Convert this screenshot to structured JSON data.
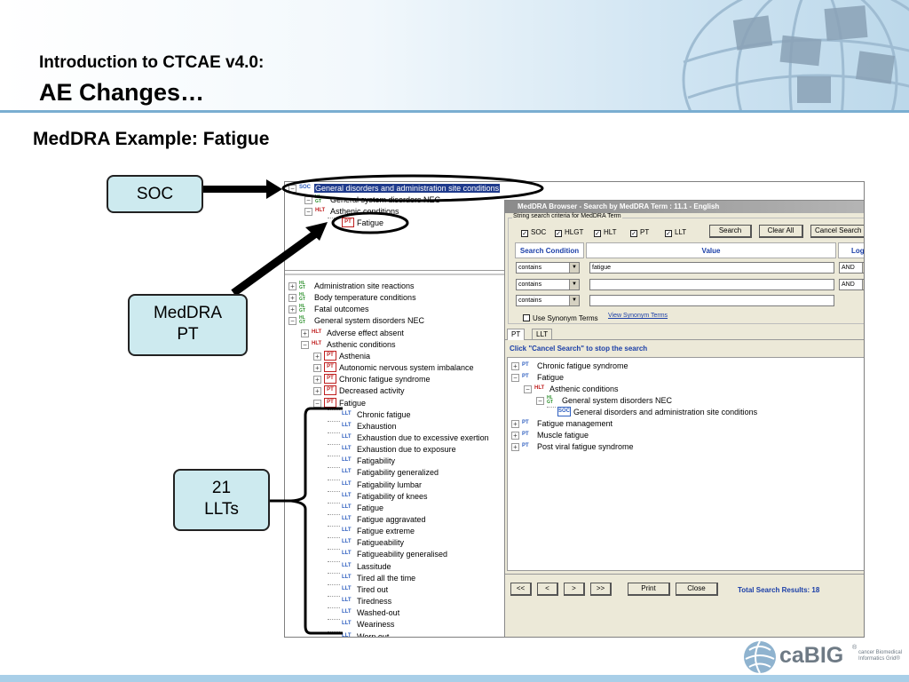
{
  "slide": {
    "title_line1": "Introduction to CTCAE v4.0:",
    "title_line2": "AE Changes…",
    "subtitle": "MedDRA Example: Fatigue"
  },
  "callouts": {
    "soc": "SOC",
    "meddra_pt_1": "MedDRA",
    "meddra_pt_2": "PT",
    "llts_1": "21",
    "llts_2": "LLTs"
  },
  "logo": {
    "name": "caBIG",
    "reg": "®",
    "tagline_1": "cancer Biomedical",
    "tagline_2": "Informatics Grid®"
  },
  "icon_labels": {
    "soc": "SOC",
    "hlgt_a": "HL",
    "hlgt_b": "GT",
    "hlt": "HLT",
    "pt": "PT",
    "llt": "LLT"
  },
  "top_tree": [
    {
      "label": "General system disorders NEC"
    },
    {
      "label": "Asthenic conditions"
    },
    {
      "label": "Fatigue"
    }
  ],
  "top_tree_root": "General disorders and administration site conditions",
  "lower_tree": {
    "hlgts": [
      "Administration site reactions",
      "Body temperature conditions",
      "Fatal outcomes",
      "General system disorders NEC"
    ],
    "hlts": [
      "Adverse effect absent",
      "Asthenic conditions"
    ],
    "pts": [
      "Asthenia",
      "Autonomic nervous system imbalance",
      "Chronic fatigue syndrome",
      "Decreased activity",
      "Fatigue"
    ],
    "llts": [
      "Chronic fatigue",
      "Exhaustion",
      "Exhaustion due to excessive exertion",
      "Exhaustion due to exposure",
      "Fatigability",
      "Fatigability generalized",
      "Fatigability lumbar",
      "Fatigability of knees",
      "Fatigue",
      "Fatigue aggravated",
      "Fatigue extreme",
      "Fatigueability",
      "Fatigueability generalised",
      "Lassitude",
      "Tired all the time",
      "Tired out",
      "Tiredness",
      "Washed-out",
      "Weariness",
      "Worn out"
    ]
  },
  "dialog": {
    "title": "MedDRA Browser - Search by MedDRA Term : 11.1 - English",
    "criteria_legend": "String search criteria for MedDRA Term",
    "checkboxes": [
      "SOC",
      "HLGT",
      "HLT",
      "PT",
      "LLT"
    ],
    "buttons": {
      "search": "Search",
      "clear_all": "Clear All",
      "cancel_search": "Cancel Search"
    },
    "grid_headers": {
      "condition": "Search Condition",
      "value": "Value",
      "logical": "Logica"
    },
    "rows": [
      {
        "condition": "contains",
        "value": "fatigue",
        "logic": "AND"
      },
      {
        "condition": "contains",
        "value": "",
        "logic": "AND"
      },
      {
        "condition": "contains",
        "value": "",
        "logic": ""
      }
    ],
    "use_synonym": "Use Synonym Terms",
    "view_synonym": "View Synonym Terms",
    "tabs": [
      "PT",
      "LLT"
    ],
    "info": "Click \"Cancel Search\" to stop the search",
    "results": [
      {
        "label": "Chronic fatigue syndrome"
      },
      {
        "label": "Fatigue"
      },
      {
        "label": "Asthenic conditions"
      },
      {
        "label": "General system disorders NEC"
      },
      {
        "label": "General disorders and administration site conditions"
      },
      {
        "label": "Fatigue management"
      },
      {
        "label": "Muscle fatigue"
      },
      {
        "label": "Post viral fatigue syndrome"
      }
    ],
    "nav_buttons": [
      "<<",
      "<",
      ">",
      ">>"
    ],
    "print": "Print",
    "close": "Close",
    "total": "Total Search Results: 18"
  }
}
